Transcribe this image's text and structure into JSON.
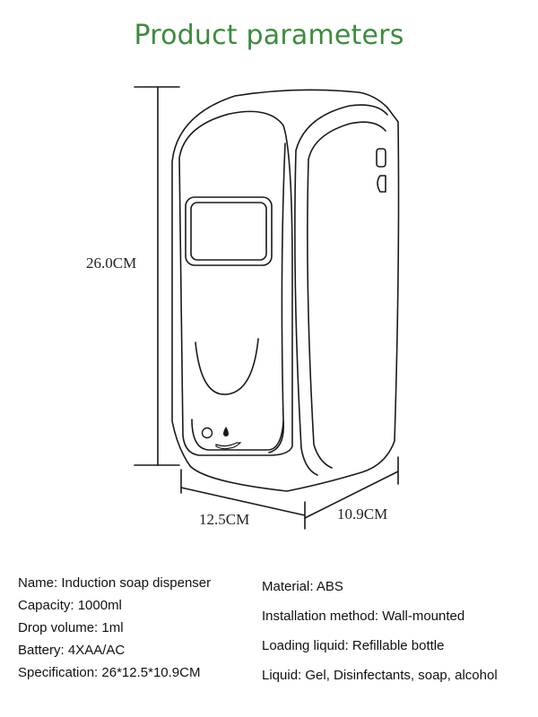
{
  "title": "Product parameters",
  "dimensions": {
    "height": "26.0CM",
    "width": "12.5CM",
    "depth": "10.9CM"
  },
  "specs_left": [
    "Name: Induction soap dispenser",
    "Capacity: 1000ml",
    "Drop volume: 1ml",
    "Battery: 4XAA/AC",
    "Specification: 26*12.5*10.9CM"
  ],
  "specs_right": [
    "Material: ABS",
    "Installation method: Wall-mounted",
    "Loading liquid: Refillable bottle",
    "Liquid: Gel, Disinfectants, soap, alcohol"
  ],
  "colors": {
    "title": "#3c8c3c",
    "line": "#1a1a1a"
  },
  "icons": [
    "sensor-icon",
    "drop-icon",
    "hand-icon"
  ]
}
